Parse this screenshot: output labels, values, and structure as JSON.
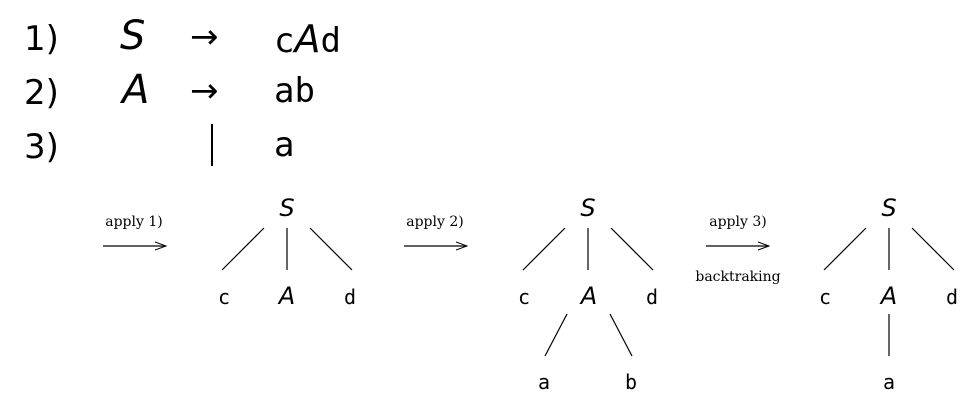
{
  "grammar": {
    "rules": [
      {
        "num": "1)",
        "lhs": "S",
        "arrow": "→",
        "rhs_pre": "c",
        "rhs_nt": "A",
        "rhs_post": "d"
      },
      {
        "num": "2)",
        "lhs": "A",
        "arrow": "→",
        "rhs_pre": "ab",
        "rhs_nt": "",
        "rhs_post": ""
      },
      {
        "num": "3)",
        "lhs": "",
        "arrow": "|",
        "rhs_pre": "a",
        "rhs_nt": "",
        "rhs_post": ""
      }
    ]
  },
  "steps": [
    {
      "label": "apply 1)",
      "sublabel": ""
    },
    {
      "label": "apply 2)",
      "sublabel": ""
    },
    {
      "label": "apply 3)",
      "sublabel": "backtraking"
    }
  ],
  "trees": [
    {
      "root": "S",
      "children": [
        "c",
        "A",
        "d"
      ],
      "grandchildren": []
    },
    {
      "root": "S",
      "children": [
        "c",
        "A",
        "d"
      ],
      "grandchildren": [
        "a",
        "b"
      ]
    },
    {
      "root": "S",
      "children": [
        "c",
        "A",
        "d"
      ],
      "grandchildren": [
        "a"
      ]
    }
  ]
}
